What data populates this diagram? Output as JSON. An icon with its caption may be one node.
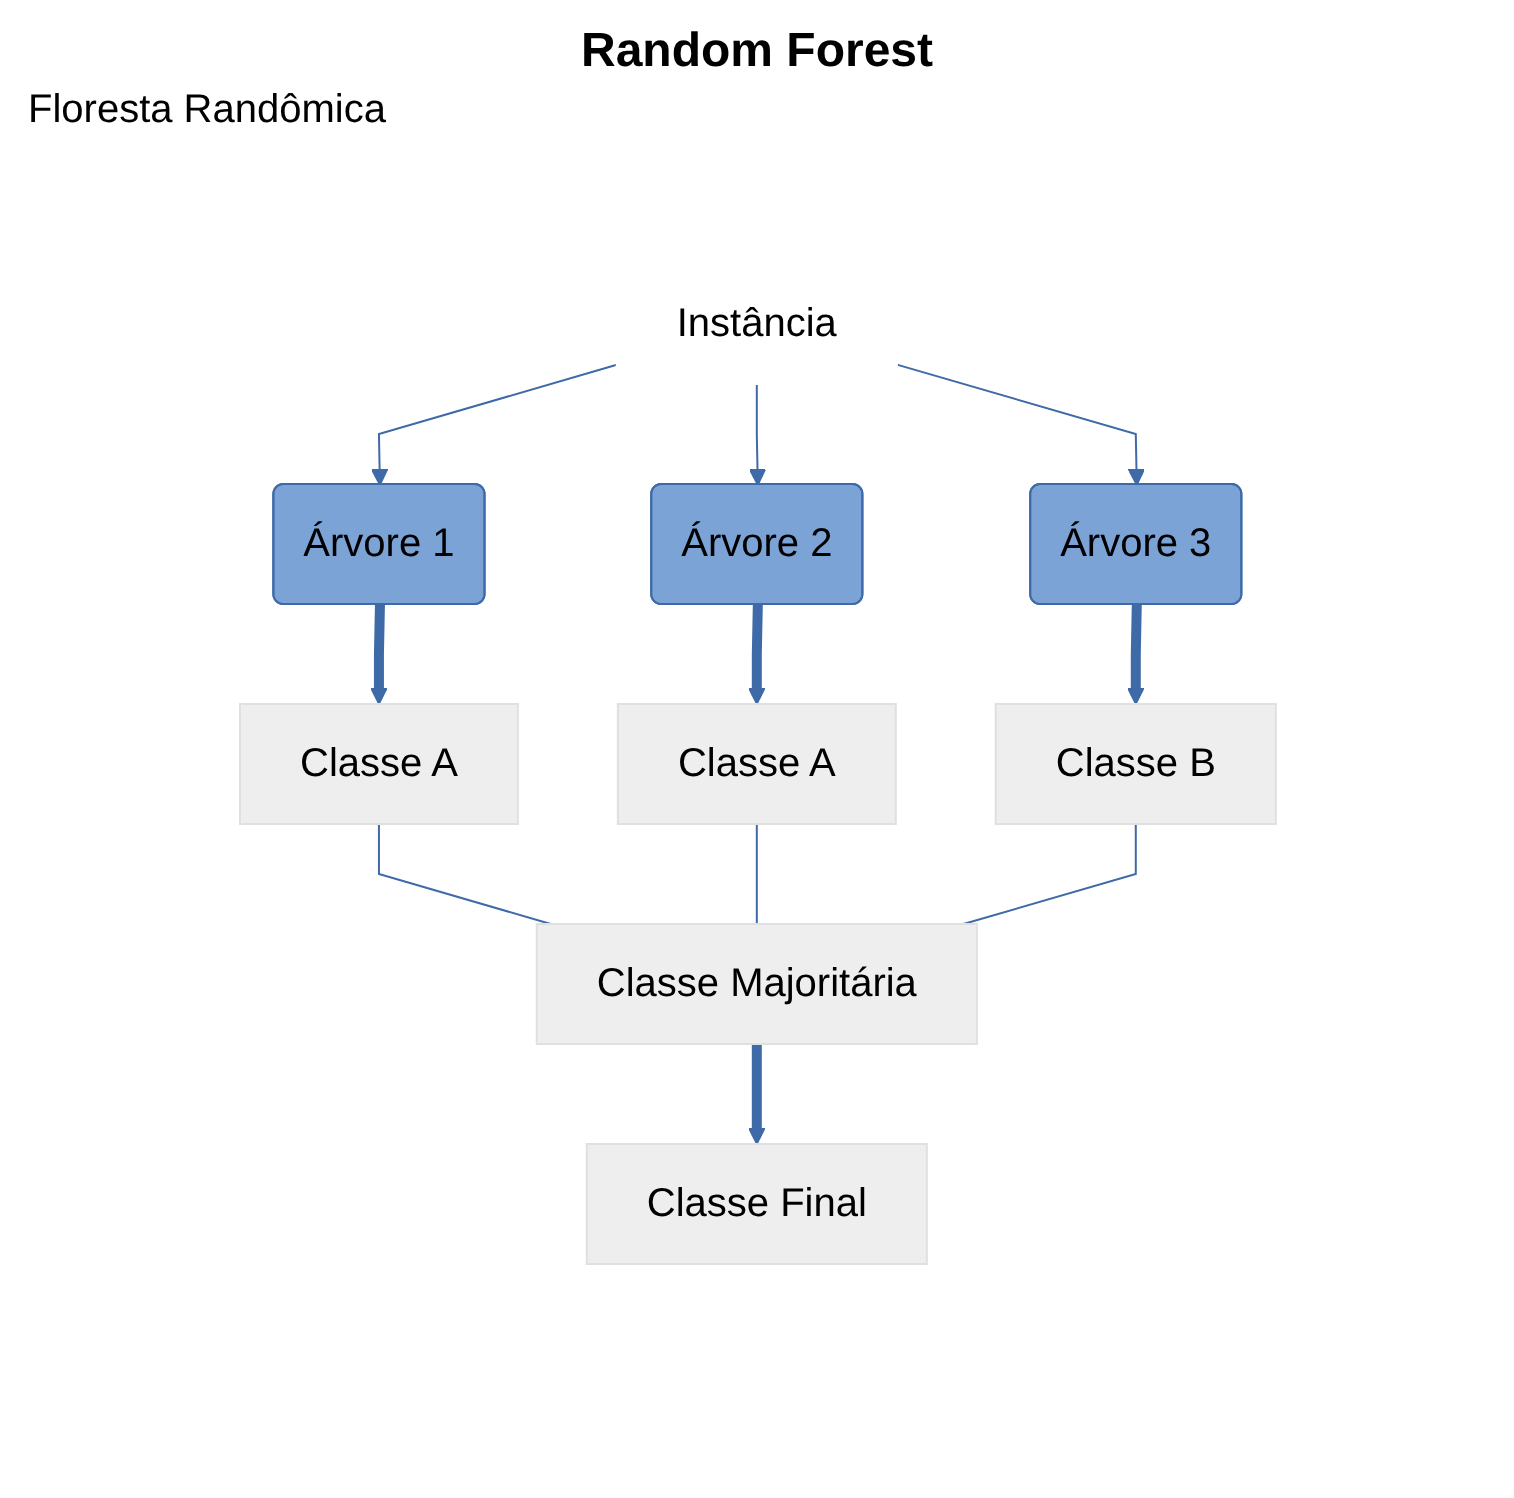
{
  "diagram": {
    "title": "Random Forest",
    "nodes": [
      {
        "text": [
          "Instância"
        ]
      },
      {
        "text": [
          "Árvore 1"
        ]
      },
      {
        "text": [
          "Árvore 2"
        ]
      },
      {
        "text": [
          "Árvore 3"
        ]
      },
      {
        "text": [
          "Classe A"
        ]
      },
      {
        "text": [
          "Classe A"
        ]
      },
      {
        "text": [
          "Classe B"
        ]
      },
      {
        "text": [
          "Classe Majoritária"
        ]
      },
      {
        "text": [
          "Classe Final"
        ]
      }
    ],
    "edges": [
      {
        "from": 0,
        "to": 1,
        "arrow": "to"
      },
      {
        "from": 0,
        "to": 2,
        "arrow": "to"
      },
      {
        "from": 0,
        "to": 3,
        "arrow": "to"
      },
      {
        "from": 1,
        "to": 4,
        "arrow": "to",
        "style": "thick"
      },
      {
        "from": 2,
        "to": 5,
        "arrow": "to",
        "style": "thick"
      },
      {
        "from": 3,
        "to": 6,
        "arrow": "to",
        "style": "thick"
      },
      {
        "from": 4,
        "to": 7,
        "arrow": "none"
      },
      {
        "from": 5,
        "to": 7,
        "arrow": "none"
      },
      {
        "from": 6,
        "to": 7,
        "arrow": "none"
      },
      {
        "from": 7,
        "to": 8,
        "arrow": "to",
        "style": "thick"
      }
    ],
    "labels": [
      "Floresta Randômica"
    ]
  }
}
